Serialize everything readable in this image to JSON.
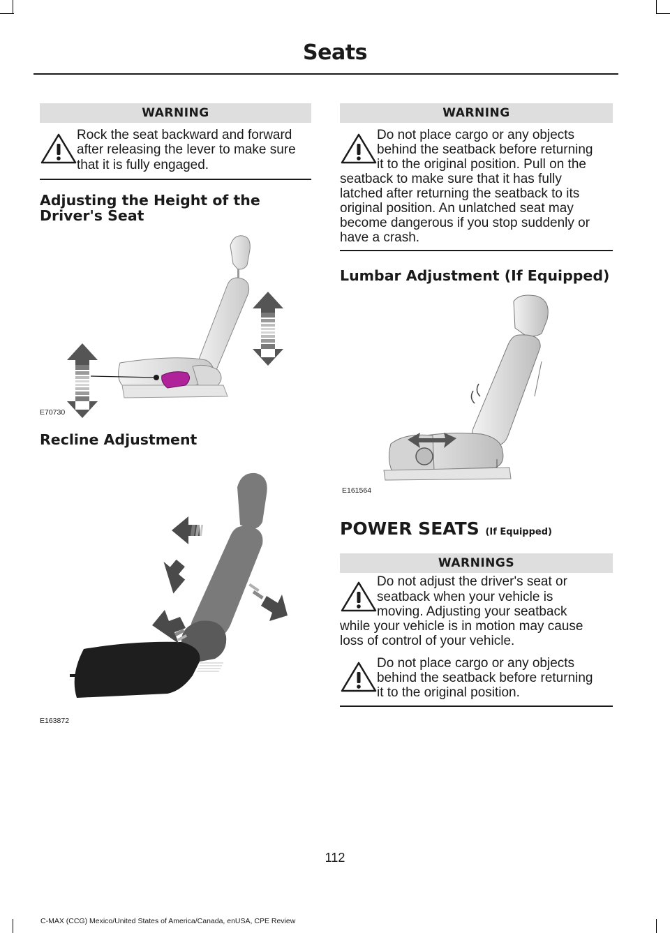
{
  "header": {
    "title": "Seats"
  },
  "left": {
    "warning1": {
      "label": "WARNING",
      "text": "Rock the seat backward and forward after releasing the lever to make sure that it is fully engaged."
    },
    "heading_height": "Adjusting the Height of the Driver's Seat",
    "fig1_code": "E70730",
    "heading_recline": "Recline Adjustment",
    "fig2_code": "E163872"
  },
  "right": {
    "warning2": {
      "label": "WARNING",
      "lines": [
        "Do not place cargo or any objects",
        "behind the seatback before returning",
        "it to the original position. Pull on the",
        "seatback to make sure that it has fully",
        "latched after returning the seatback to its",
        "original position. An unlatched seat may",
        "become dangerous if you stop suddenly or",
        "have a crash."
      ]
    },
    "heading_lumbar": "Lumbar Adjustment (If Equipped)",
    "fig3_code": "E161564",
    "power_seats": {
      "title": "POWER SEATS",
      "suffix": "(If Equipped)"
    },
    "warnings3": {
      "label": "WARNINGS",
      "item1_lines": [
        "Do not adjust the driver's seat or",
        "seatback when your vehicle is",
        "moving. Adjusting your seatback",
        "while your vehicle is in motion may cause",
        "loss of control of your vehicle."
      ],
      "item2_lines": [
        "Do not place cargo or any objects",
        "behind the seatback before returning",
        "it to the original position."
      ]
    }
  },
  "page_number": "112",
  "footer": "C-MAX (CCG) Mexico/United States of America/Canada, enUSA, CPE Review",
  "colors": {
    "warning_bar": "#dedede",
    "lever_highlight": "#b0229a",
    "seat_dark": "#1e1e1e",
    "seat_mid": "#7a7a7a",
    "arrow": "#4a4a4a"
  }
}
